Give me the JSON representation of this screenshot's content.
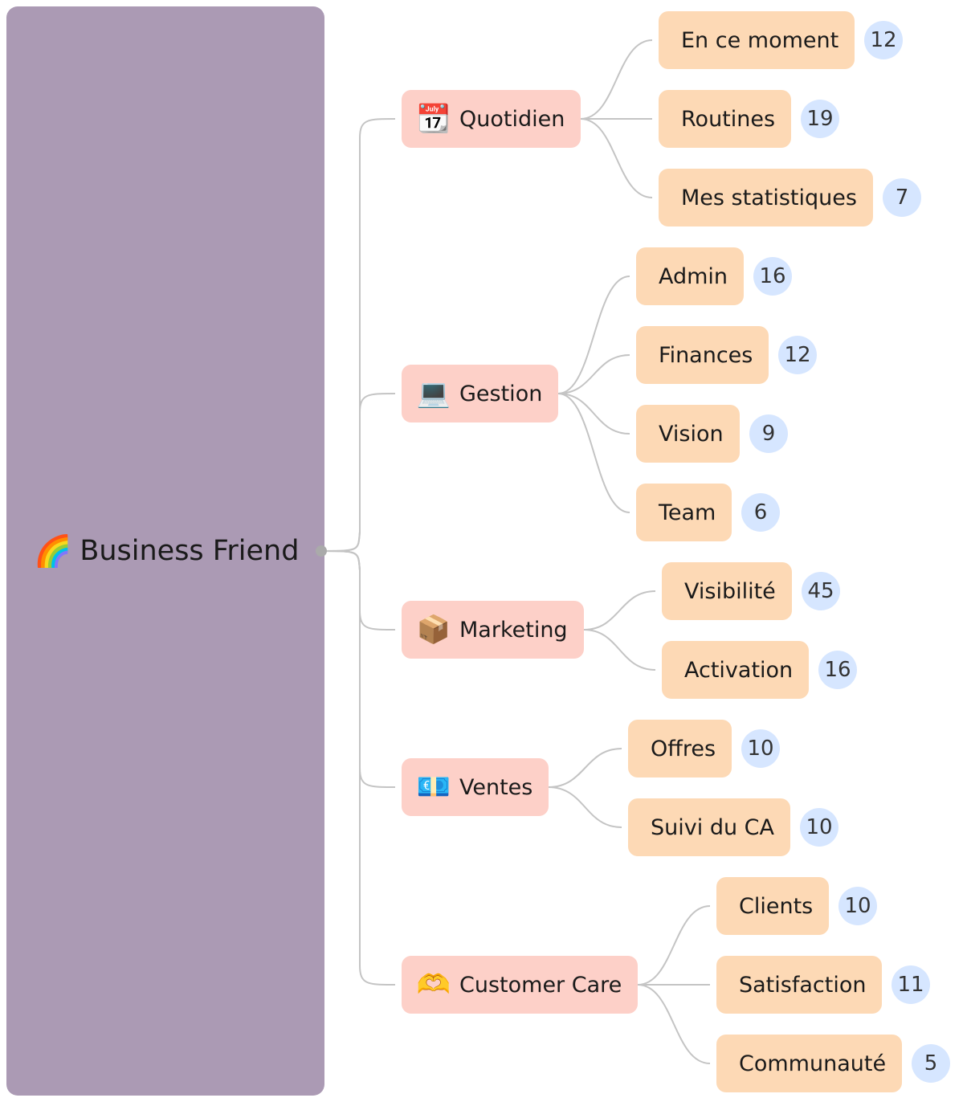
{
  "root": {
    "icon": "🌈",
    "label": "Business Friend",
    "panel_color": "#ab9ab4"
  },
  "colors": {
    "category_bg": "#fdd0c8",
    "leaf_bg": "#fdd9b5",
    "badge_bg": "#d6e6ff",
    "link": "#c4c4c4"
  },
  "categories": [
    {
      "icon": "📆",
      "label": "Quotidien",
      "children": [
        {
          "label": "En ce moment",
          "count": "12"
        },
        {
          "label": "Routines",
          "count": "19"
        },
        {
          "label": "Mes statistiques",
          "count": "7"
        }
      ]
    },
    {
      "icon": "💻",
      "label": "Gestion",
      "children": [
        {
          "label": "Admin",
          "count": "16"
        },
        {
          "label": "Finances",
          "count": "12"
        },
        {
          "label": "Vision",
          "count": "9"
        },
        {
          "label": "Team",
          "count": "6"
        }
      ]
    },
    {
      "icon": "📦",
      "label": "Marketing",
      "children": [
        {
          "label": "Visibilité",
          "count": "45"
        },
        {
          "label": "Activation",
          "count": "16"
        }
      ]
    },
    {
      "icon": "💶",
      "label": "Ventes",
      "children": [
        {
          "label": "Offres",
          "count": "10"
        },
        {
          "label": "Suivi du CA",
          "count": "10"
        }
      ]
    },
    {
      "icon": "🫶",
      "label": "Customer Care",
      "children": [
        {
          "label": "Clients",
          "count": "10"
        },
        {
          "label": "Satisfaction",
          "count": "11"
        },
        {
          "label": "Communauté",
          "count": "5"
        }
      ]
    }
  ]
}
